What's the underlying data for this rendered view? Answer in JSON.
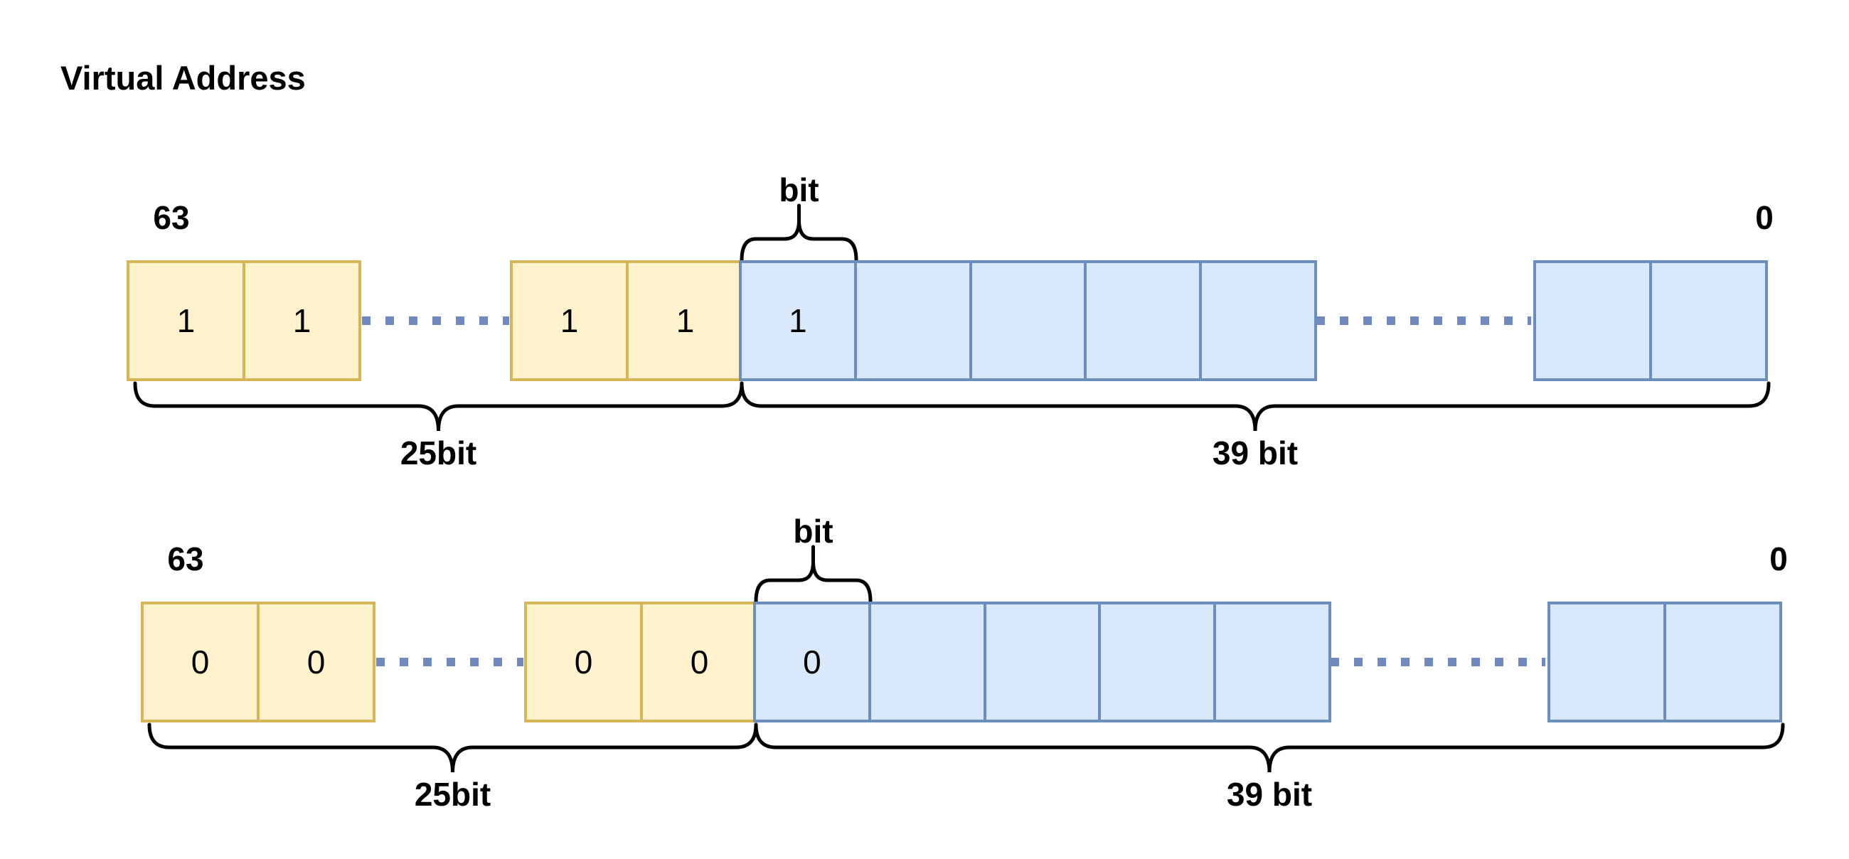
{
  "title": "Virtual Address",
  "rows": [
    {
      "left_index_label": "63",
      "right_index_label": "0",
      "bit_brace_label": "bit",
      "sign_brace_label": "25bit",
      "offset_brace_label": "39 bit",
      "groups": [
        {
          "type": "sign",
          "values": [
            "1",
            "1"
          ]
        },
        {
          "type": "sign",
          "values": [
            "1",
            "1"
          ]
        },
        {
          "type": "page",
          "values": [
            "1",
            "",
            "",
            "",
            ""
          ]
        },
        {
          "type": "page",
          "values": [
            "",
            ""
          ]
        }
      ]
    },
    {
      "left_index_label": "63",
      "right_index_label": "0",
      "bit_brace_label": "bit",
      "sign_brace_label": "25bit",
      "offset_brace_label": "39 bit",
      "groups": [
        {
          "type": "sign",
          "values": [
            "0",
            "0"
          ]
        },
        {
          "type": "sign",
          "values": [
            "0",
            "0"
          ]
        },
        {
          "type": "page",
          "values": [
            "0",
            "",
            "",
            "",
            ""
          ]
        },
        {
          "type": "page",
          "values": [
            "",
            ""
          ]
        }
      ]
    }
  ],
  "colors": {
    "sign_fill": "#FFF2CC",
    "sign_border": "#D6B656",
    "page_fill": "#DAE8FC",
    "page_border": "#6C8EBF",
    "dots": "#7289BF",
    "brace": "#000000"
  }
}
